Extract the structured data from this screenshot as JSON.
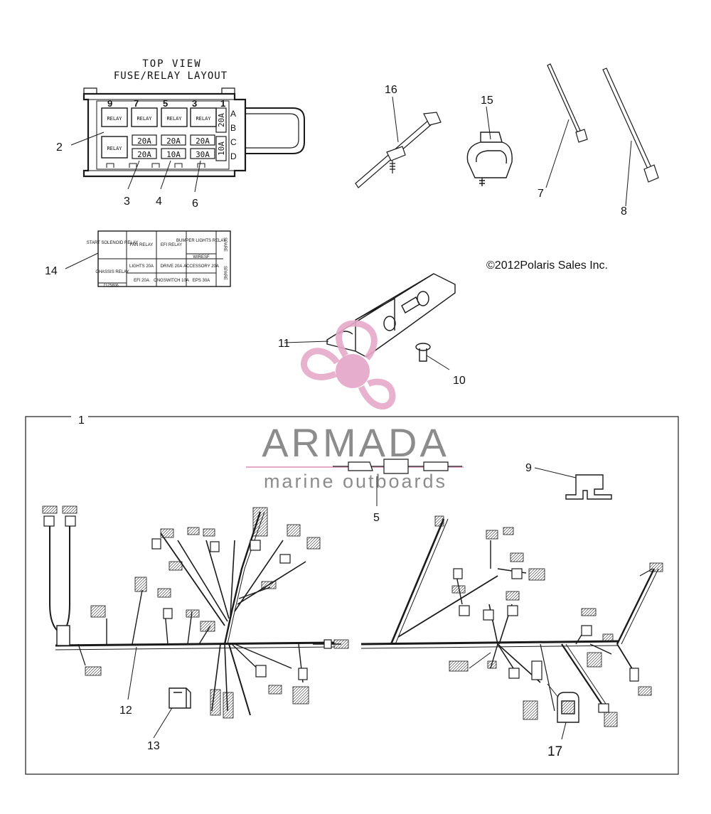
{
  "fuse_layout": {
    "title_line1": "TOP VIEW",
    "title_line2": "FUSE/RELAY LAYOUT",
    "top_numbers": [
      "9",
      "7",
      "5",
      "3",
      "1"
    ],
    "row_letters": [
      "A",
      "B",
      "C",
      "D"
    ],
    "relay_label": "RELAY",
    "fuse_row1": [
      "20A",
      "20A",
      "20A"
    ],
    "fuse_row2": [
      "20A",
      "10A",
      "30A"
    ],
    "side_fuse_top": "20A",
    "side_fuse_bottom": "10A"
  },
  "label_card": {
    "cells": {
      "start_solenoid_relay": "START SOLENOID RELAY",
      "fan_relay": "FAN RELAY",
      "efi_relay": "EFI RELAY",
      "bumper_lights_relay": "BUMPER LIGHTS RELAY",
      "spare_top": "SPARE",
      "wiresf": "WIRESF",
      "chassis_relay": "CHASSIS RELAY",
      "lights": "LIGHTS 20A",
      "drive": "DRIVE 20A",
      "accessory": "ACCESSORY 20A",
      "spare_bottom": "SPARE",
      "efi": "EFI 20A",
      "ongswitch": "ONGSWITCH 10A",
      "eps": "EPS 30A",
      "part_no": "7175806"
    }
  },
  "callouts": [
    "1",
    "2",
    "3",
    "4",
    "5",
    "6",
    "7",
    "8",
    "9",
    "10",
    "11",
    "12",
    "13",
    "14",
    "15",
    "16",
    "17"
  ],
  "copyright": "©2012Polaris Sales Inc.",
  "watermark": {
    "brand": "ARMADA",
    "tagline": "marine outboards",
    "color_pink": "#e6a9c9",
    "color_gray": "#8c8c8c"
  },
  "colors": {
    "line": "#1a1a1a"
  }
}
